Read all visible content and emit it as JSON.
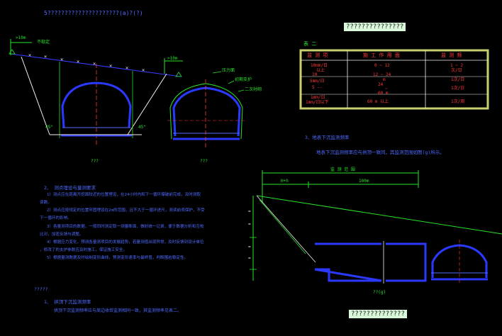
{
  "top_left_title": "5?????????????????????(a)?(?)",
  "top_right_banner": "???????????????",
  "bottom_right_banner": "??????????????",
  "left_diagram": {
    "dim_top": ">10m",
    "label_ground": "不稳定",
    "dim_right": ">10m",
    "label_pressure": "压力面",
    "label_support": "初期支护",
    "label_lining": "二次衬砌",
    "angle_left": "45°",
    "angle_right": "45°",
    "caption_a": "???",
    "caption_b": "???"
  },
  "table": {
    "title": "表 二",
    "headers": [
      "监 测 项",
      "施 工 作 用 面",
      "监 测 频"
    ],
    "rows": [
      [
        "10mm/日",
        "0  ~  12",
        "1 ~ 2"
      ],
      [
        "以上",
        "",
        "次/日"
      ],
      [
        "10",
        "12  ~  24",
        ""
      ],
      [
        "5mm/日",
        "m",
        "1次/日"
      ],
      [
        "",
        "24",
        ""
      ],
      [
        "5 --",
        "~",
        "1次/日"
      ],
      [
        "",
        "60 m",
        ""
      ],
      [
        "1mm/日",
        "",
        ""
      ],
      [
        "1mm/日以下",
        "60 m 以上",
        "1次/周"
      ]
    ]
  },
  "section3": {
    "heading": "3、地表下沉监测频率",
    "text": "地表下沉监测频率应与拱顶一致同，其监测范围如图(g)所示。"
  },
  "right_diagram": {
    "dim_total": "监 测 范 围",
    "dim_left": "H+h",
    "dim_right": "100m",
    "caption": "??(g)"
  },
  "left_notes": {
    "heading": "2、 测点埋设与量测要求",
    "lines": [
      "1）测点应在距离开挖面较近的位置埋设，在24小时内和下一循环爆破前完成，及时测取",
      "读数。",
      "2）测点应按规定的位置牢固埋设在2m的范围，且不大于一循环进尺，测读前须保护，不受",
      "下一循环的影响。",
      "3）各量测项目的数据，一般同时测定取一测量断面，做好统一记录，便于数据分析和互校",
      "比对，加密反馈与调整。",
      "4）根据应力变化，预测各量测项目的发展趋势，若量测值出现异常，及时反馈到设计单位",
      "，修改了的支护参数应及时施工，保证施工安全。",
      "5）根据量测数据及时绘制变形曲线，预测变形速率与最终值，判断围岩稳定性。"
    ]
  },
  "bottom_notes": {
    "heading": "?????",
    "item": "1、 拱顶下沉监测频率",
    "text": "拱顶下沉监测频率应与周边收敛监测相同一致，其监测频率见表二。"
  }
}
